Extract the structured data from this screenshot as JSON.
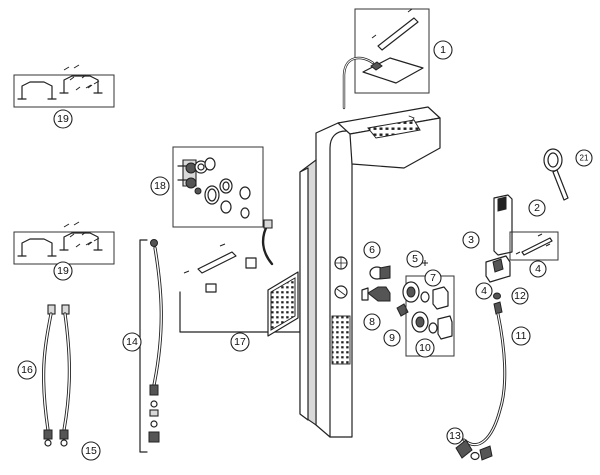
{
  "callouts": [
    "1",
    "2",
    "3",
    "4",
    "4",
    "5",
    "6",
    "7",
    "8",
    "9",
    "10",
    "11",
    "12",
    "13",
    "14",
    "15",
    "16",
    "17",
    "18",
    "19",
    "19",
    "21"
  ]
}
